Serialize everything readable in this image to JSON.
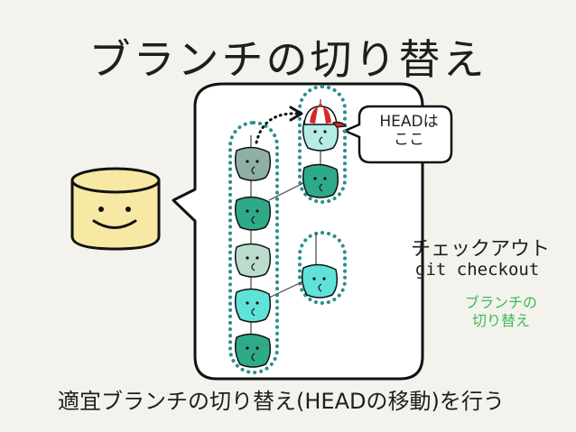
{
  "title": "ブランチの切り替え",
  "caption": "適宜ブランチの切り替え(HEADの移動)を行う",
  "head_bubble": {
    "line1": "HEADは",
    "line2": "ここ"
  },
  "checkout": {
    "label_ja": "チェックアウト",
    "command": "git checkout",
    "sub_line1": "ブランチの",
    "sub_line2": "切り替え"
  },
  "colors": {
    "background": "#f4f2ec",
    "repo_box": "#f7e9a3",
    "commit_dark": "#2eaa88",
    "commit_gray": "#8fb0a4",
    "commit_light": "#b9dccd",
    "commit_cyan": "#5fe3d8",
    "dot_outline": "#2a8f8a",
    "accent_green": "#3cba5a",
    "cap_red": "#d42a2a"
  },
  "icons": {
    "repository": "smiley-cylinder-icon",
    "head_marker": "red-cap-icon",
    "commit": "smiley-commit-icon"
  }
}
